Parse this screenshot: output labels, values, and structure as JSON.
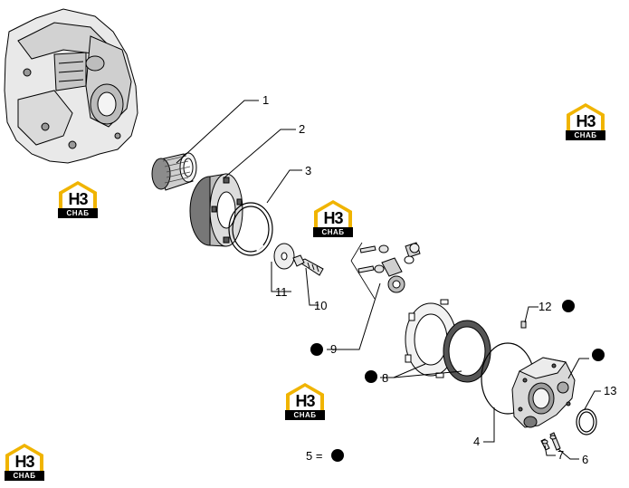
{
  "diagram": {
    "callouts": [
      {
        "id": "1",
        "label": "1"
      },
      {
        "id": "2",
        "label": "2"
      },
      {
        "id": "3",
        "label": "3"
      },
      {
        "id": "4",
        "label": "4"
      },
      {
        "id": "6",
        "label": "6"
      },
      {
        "id": "7",
        "label": "7"
      },
      {
        "id": "8",
        "label": "8"
      },
      {
        "id": "9",
        "label": "9"
      },
      {
        "id": "10",
        "label": "10"
      },
      {
        "id": "11",
        "label": "11"
      },
      {
        "id": "12",
        "label": "12"
      },
      {
        "id": "13",
        "label": "13"
      }
    ],
    "legend": {
      "label": "5 ="
    },
    "watermark": {
      "top": "H3",
      "bottom": "СНАБ",
      "accent": "#f0b400"
    },
    "colors": {
      "line": "#000000",
      "part_fill": "#e6e6e6",
      "part_shadow": "#9a9a9a"
    }
  }
}
